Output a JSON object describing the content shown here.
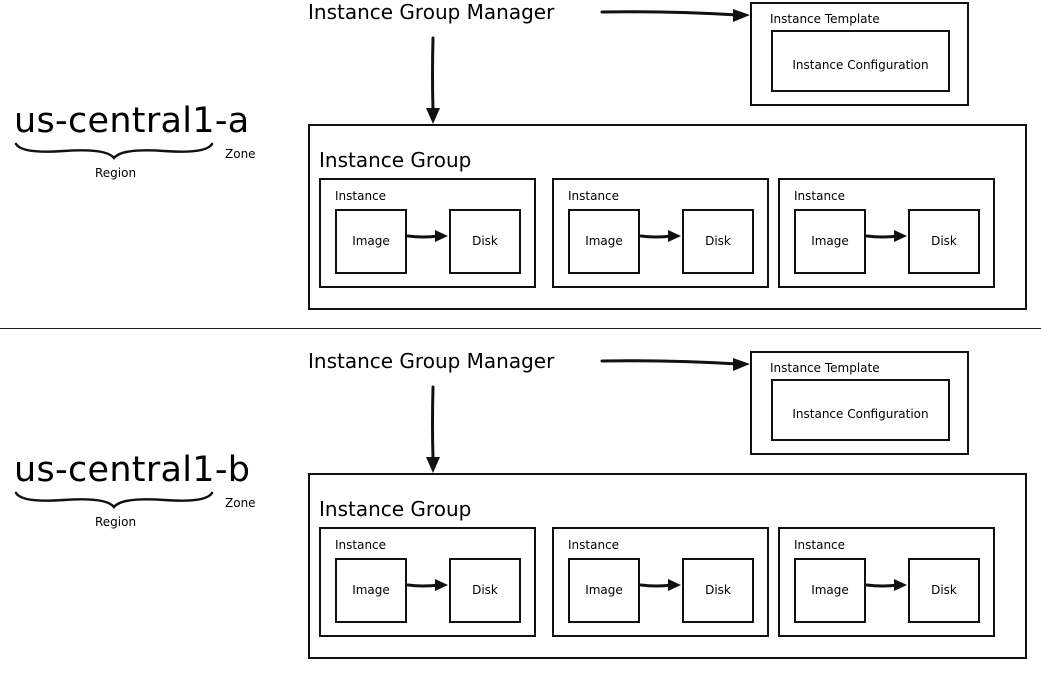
{
  "zones": [
    {
      "name": "us-central1-a",
      "region_label": "Region",
      "zone_label": "Zone",
      "manager": "Instance Group Manager",
      "template": {
        "title": "Instance Template",
        "config": "Instance Configuration"
      },
      "group": {
        "title": "Instance Group",
        "instances": [
          {
            "title": "Instance",
            "image": "Image",
            "disk": "Disk"
          },
          {
            "title": "Instance",
            "image": "Image",
            "disk": "Disk"
          },
          {
            "title": "Instance",
            "image": "Image",
            "disk": "Disk"
          }
        ]
      }
    },
    {
      "name": "us-central1-b",
      "region_label": "Region",
      "zone_label": "Zone",
      "manager": "Instance Group Manager",
      "template": {
        "title": "Instance Template",
        "config": "Instance Configuration"
      },
      "group": {
        "title": "Instance Group",
        "instances": [
          {
            "title": "Instance",
            "image": "Image",
            "disk": "Disk"
          },
          {
            "title": "Instance",
            "image": "Image",
            "disk": "Disk"
          },
          {
            "title": "Instance",
            "image": "Image",
            "disk": "Disk"
          }
        ]
      }
    }
  ]
}
